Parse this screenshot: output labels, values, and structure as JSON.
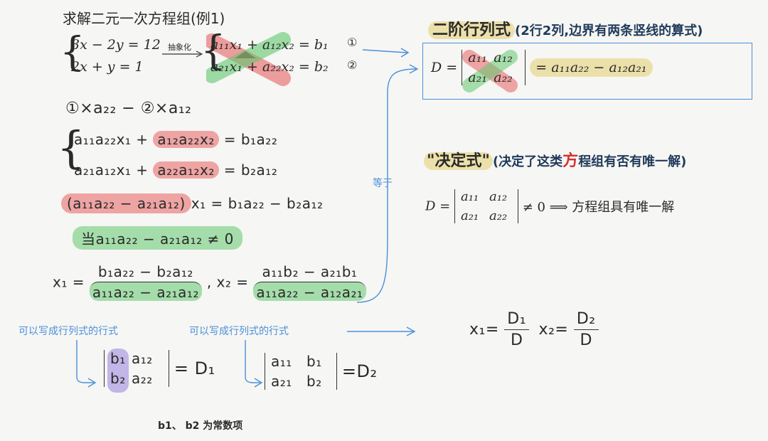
{
  "left_title": "求解二元一次方程组(例1)",
  "system": {
    "eq1": "3x − 2y = 12",
    "eq2": "2x + y = 1",
    "arrow_label": "抽象化",
    "gen_eq1": {
      "a11": "a₁₁",
      "x1": "x₁",
      "plus": "+",
      "a12": "a₁₂",
      "x2": "x₂",
      "eq": "=",
      "b1": "b₁"
    },
    "gen_eq2": {
      "a21": "a₂₁",
      "x1": "x₁",
      "plus": "+",
      "a22": "a₂₂",
      "x2": "x₂",
      "eq": "=",
      "b2": "b₂"
    },
    "num1": "①",
    "num2": "②"
  },
  "steps": {
    "op": "①×a₂₂ − ②×a₁₂",
    "line1_a": "a₁₁a₂₂x₁ +",
    "line1_b": "a₁₂a₂₂x₂",
    "line1_c": "= b₁a₂₂",
    "line2_a": "a₂₁a₁₂x₁ +",
    "line2_b": "a₂₂a₁₂x₂",
    "line2_c": "= b₂a₁₂",
    "line3_a": "(a₁₁a₂₂ − a₂₁a₁₂)",
    "line3_b": "x₁ = b₁a₂₂ − b₂a₁₂",
    "line4": "当a₁₁a₂₂ − a₂₁a₁₂ ≠ 0"
  },
  "solutions": {
    "x1_label": "x₁ =",
    "x1_num": "b₁a₂₂ − b₂a₁₂",
    "x1_den": "a₁₁a₂₂ − a₂₁a₁₂",
    "sep": ",",
    "x2_label": "x₂ =",
    "x2_num": "a₁₁b₂ − a₂₁b₁",
    "x2_den": "a₁₁a₂₂ − a₁₂a₂₁"
  },
  "notes": {
    "can_write_1": "可以写成行列式的行式",
    "can_write_2": "可以写成行列式的行式",
    "equals": "等于",
    "bottom": "b1、 b2 为常数项"
  },
  "d1": {
    "r1c1": "b₁",
    "r1c2": "a₁₂",
    "r2c1": "b₂",
    "r2c2": "a₂₂",
    "eq": "= D₁"
  },
  "d2": {
    "r1c1": "a₁₁",
    "r1c2": "b₁",
    "r2c1": "a₂₁",
    "r2c2": "b₂",
    "eq": "=D₂"
  },
  "right": {
    "heading1": "二阶行列式",
    "heading1_sub": "(2行2列,边界有两条竖线的算式)",
    "det": {
      "D": "D =",
      "a11": "a₁₁",
      "a12": "a₁₂",
      "a21": "a₂₁",
      "a22": "a₂₂",
      "rhs": "= a₁₁a₂₂ − a₁₂a₂₁"
    },
    "heading2": "\"决定式\"",
    "heading2_sub_a": "(决定了这类",
    "heading2_sub_b": "方",
    "heading2_sub_c": "程组有否有唯一解)",
    "det2": {
      "D": "D =",
      "a11": "a₁₁",
      "a12": "a₁₂",
      "a21": "a₂₁",
      "a22": "a₂₂",
      "rhs": "≠ 0 ⟹ 方程组具有唯一解"
    },
    "final": {
      "x1": "x₁=",
      "d1": "D₁",
      "dd1": "D",
      "x2": "x₂=",
      "d2": "D₂",
      "dd2": "D"
    }
  },
  "colors": {
    "accent_blue": "#4a90d9",
    "red_hl": "#e86060",
    "green_hl": "#60c86e",
    "yellow_hl": "#e6d278",
    "purple_hl": "#9682dc"
  }
}
